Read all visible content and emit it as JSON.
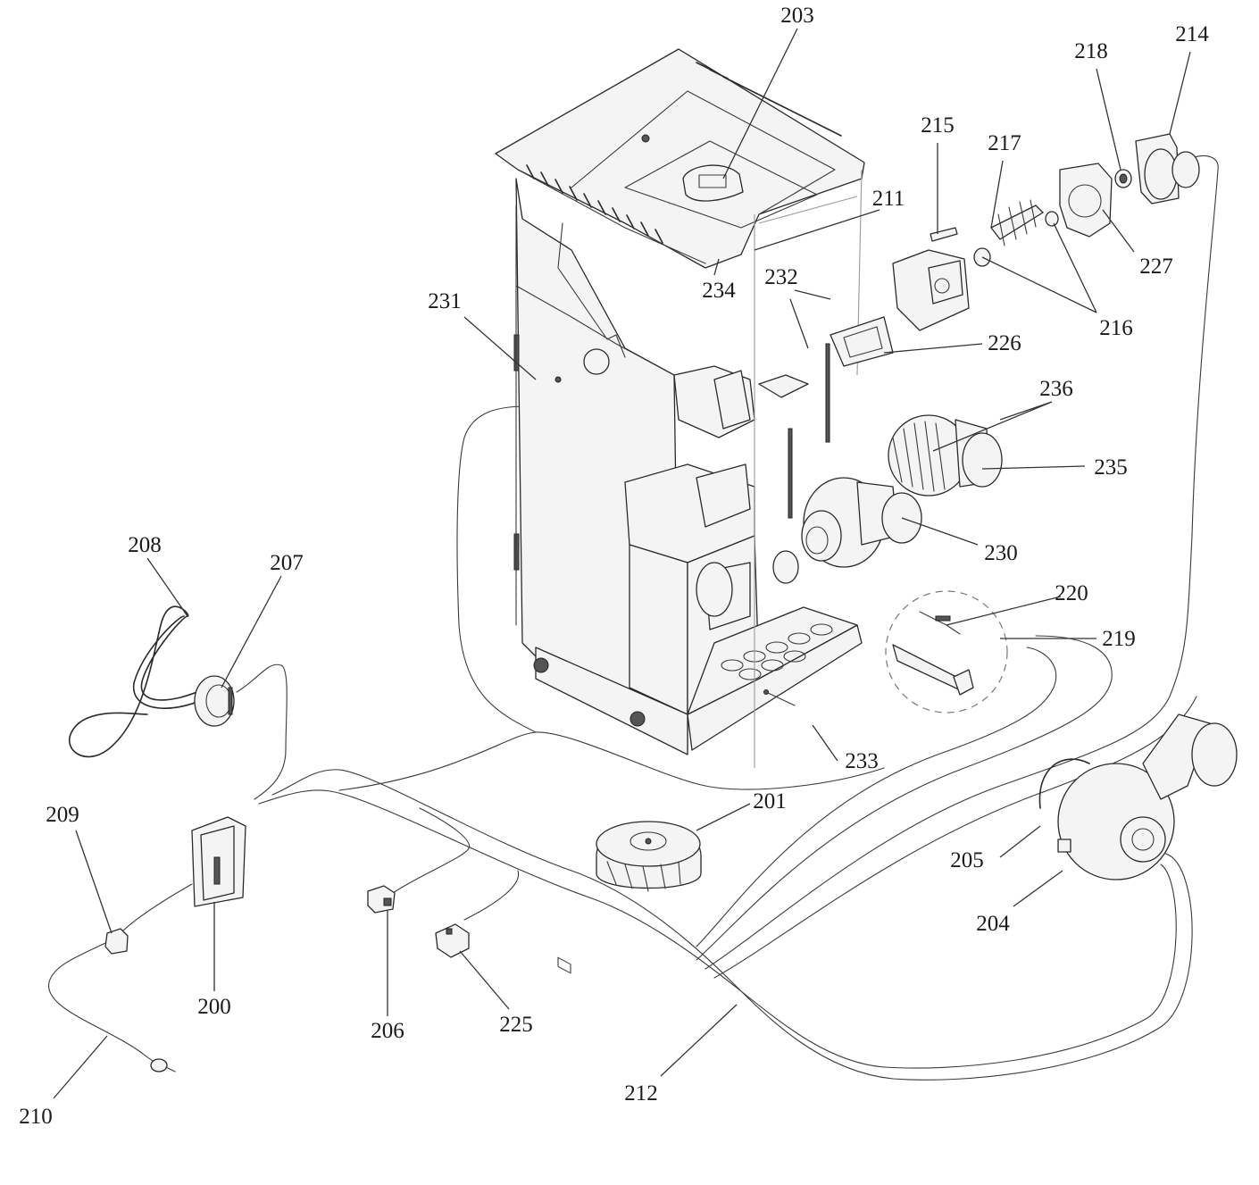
{
  "labels": {
    "l200": "200",
    "l201": "201",
    "l203": "203",
    "l204": "204",
    "l205": "205",
    "l206": "206",
    "l207": "207",
    "l208": "208",
    "l209": "209",
    "l210": "210",
    "l211": "211",
    "l212": "212",
    "l214": "214",
    "l215": "215",
    "l216": "216",
    "l217": "217",
    "l218": "218",
    "l219": "219",
    "l220": "220",
    "l225": "225",
    "l226": "226",
    "l227": "227",
    "l230": "230",
    "l231": "231",
    "l232": "232",
    "l233": "233",
    "l234": "234",
    "l235": "235",
    "l236": "236"
  }
}
